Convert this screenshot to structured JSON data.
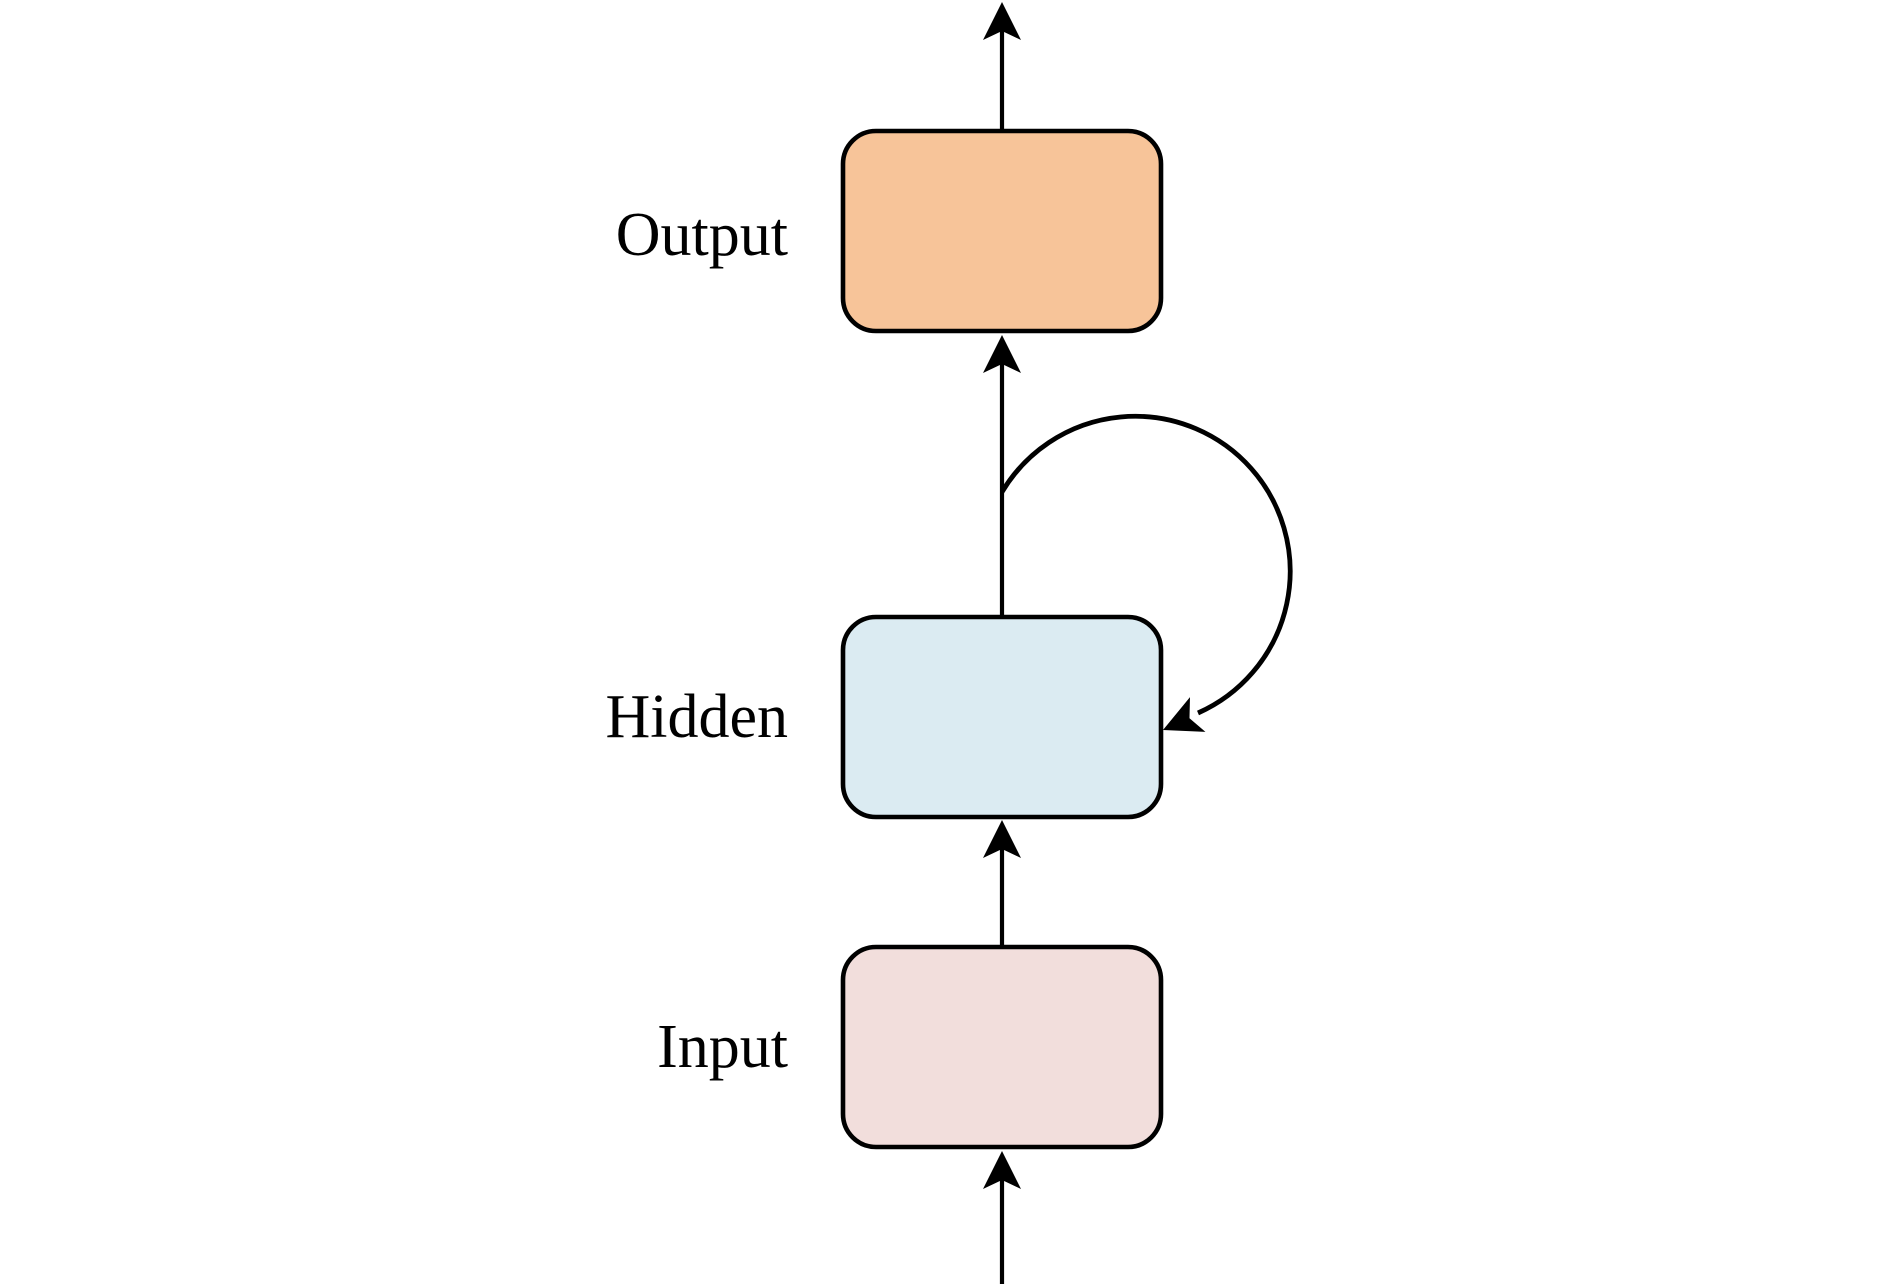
{
  "diagram": {
    "type": "flowchart",
    "description": "Recurrent neural network layer diagram with input, hidden (with self-loop) and output blocks",
    "stroke_color": "#000000",
    "background": "#ffffff",
    "nodes": [
      {
        "id": "output",
        "label": "Output",
        "fill": "#F7C499"
      },
      {
        "id": "hidden",
        "label": "Hidden",
        "fill": "#DBEBF2"
      },
      {
        "id": "input",
        "label": "Input",
        "fill": "#F2DEDC"
      }
    ],
    "edges": [
      {
        "from": "external",
        "to": "input",
        "style": "straight-arrow-up"
      },
      {
        "from": "input",
        "to": "hidden",
        "style": "straight-arrow-up"
      },
      {
        "from": "hidden",
        "to": "output",
        "style": "straight-arrow-up"
      },
      {
        "from": "hidden",
        "to": "hidden",
        "style": "self-loop-clockwise"
      },
      {
        "from": "output",
        "to": "external",
        "style": "straight-arrow-up"
      }
    ]
  }
}
